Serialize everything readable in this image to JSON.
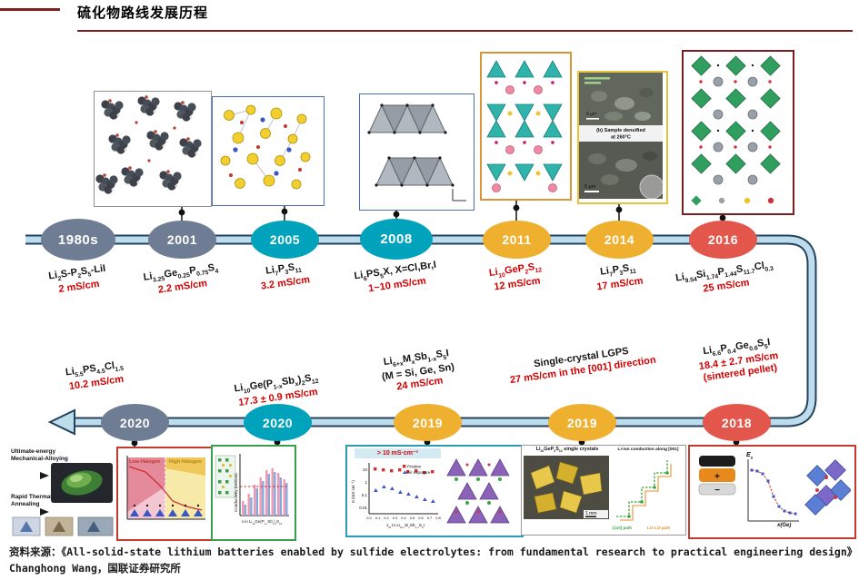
{
  "page": {
    "title": "硫化物路线发展历程",
    "source_prefix": "资料来源：",
    "source_text": "《All-solid-state lithium batteries enabled by sulfide electrolytes: from fundamental research to practical engineering design》Changhong Wang，国联证券研究所"
  },
  "colors": {
    "node_gray": "#6e7c94",
    "node_teal": "#00a3bb",
    "node_yellow": "#eeb02e",
    "node_red": "#e2564b",
    "conductivity_red": "#d40000",
    "timeline_fill": "#bddded",
    "timeline_stroke": "#24415f",
    "rule_red": "#7f1f1f"
  },
  "timeline": {
    "top": [
      {
        "year": "1980s",
        "formula": "Li_{2}S-P_{2}S_{5}-LiI",
        "conductivity": "2 mS/cm"
      },
      {
        "year": "2001",
        "formula": "Li_{3.25}Ge_{0.25}P_{0.75}S_{4}",
        "conductivity": "2.2 mS/cm"
      },
      {
        "year": "2005",
        "formula": "Li_{7}P_{3}S_{11}",
        "conductivity": "3.2 mS/cm"
      },
      {
        "year": "2008",
        "formula": "Li_{6}PS_{5}X, X=Cl,Br,I",
        "conductivity": "1~10 mS/cm"
      },
      {
        "year": "2011",
        "formula": "Li_{10}GeP_{2}S_{12}",
        "conductivity": "12 mS/cm"
      },
      {
        "year": "2014",
        "formula": "Li_{7}P_{3}S_{11}",
        "conductivity": "17 mS/cm"
      },
      {
        "year": "2016",
        "formula": "Li_{9.54}Si_{1.74}P_{1.44}S_{11.7}Cl_{0.3}",
        "conductivity": "25 mS/cm"
      }
    ],
    "bottom": [
      {
        "year": "2020",
        "formula": "Li_{5.5}PS_{4.5}Cl_{1.5}",
        "conductivity": "10.2 mS/cm"
      },
      {
        "year": "2020",
        "formula": "Li_{10}Ge(P_{1-x}Sb_{x})_{2}S_{12}",
        "conductivity": "17.3 ± 0.9 mS/cm"
      },
      {
        "year": "2019",
        "formula": "Li_{6+x}M_{x}Sb_{1-x}S_{5}I",
        "formula_note": "(M = Si, Ge, Sn)",
        "conductivity": "24 mS/cm"
      },
      {
        "year": "2019",
        "formula": "Single-crystal LGPS",
        "conductivity": "27 mS/cm in the [001] direction"
      },
      {
        "year": "2018",
        "formula": "Li_{6.6}P_{0.4}Ge_{0.6}S_{5}I",
        "conductivity": "18.4 ± 2.7 mS/cm",
        "note": "(sintered pellet)"
      }
    ]
  },
  "figures": {
    "sem": {
      "caption_line1": "(b) Sample densified",
      "caption_line2": "at 260°C",
      "scale_top": "6 μm",
      "scale_bottom": "5 μm"
    },
    "synthesis": {
      "line1": "Ultimate-energy",
      "line2": "Mechanical-Alloying",
      "line3": "Rapid Thermal",
      "line4": "Annealing"
    },
    "halogen": {
      "left_label": "Low-Halogen",
      "right_label": "High-Halogen"
    },
    "barchart": {
      "ylabel": "Conductivity (mS/cm)",
      "xlabel": "x in Li_{10}Ge(P_{1-x}Sb_{x})_{2}S_{12}"
    },
    "scatter": {
      "banner": "> 10 mS·cm⁻¹",
      "ylabel": "σ (mS cm⁻¹)",
      "xlabel": "x_{M} in Li_{6+x}Si_{x}Sb_{1-x}S_{5}I",
      "legend1": "Pristine",
      "legend2": "Air exposure",
      "yticks": [
        "10",
        "1",
        "0.1",
        "0.01"
      ],
      "xticks": [
        "0.0",
        "0.1",
        "0.2",
        "0.3",
        "0.4",
        "0.5",
        "0.6",
        "0.7",
        "0.8"
      ]
    },
    "crystals": {
      "caption": "Li_{10}GeP_{2}S_{12} single crystals",
      "scale": "1 mm",
      "right_caption": "Li-ion conduction along [001]",
      "path1": "[110] path",
      "path2": "Li1-Li3 path"
    },
    "battery": {
      "ea": "E_{a}",
      "xlabel": "x(Ge)",
      "plus": "+",
      "minus": "−"
    }
  }
}
